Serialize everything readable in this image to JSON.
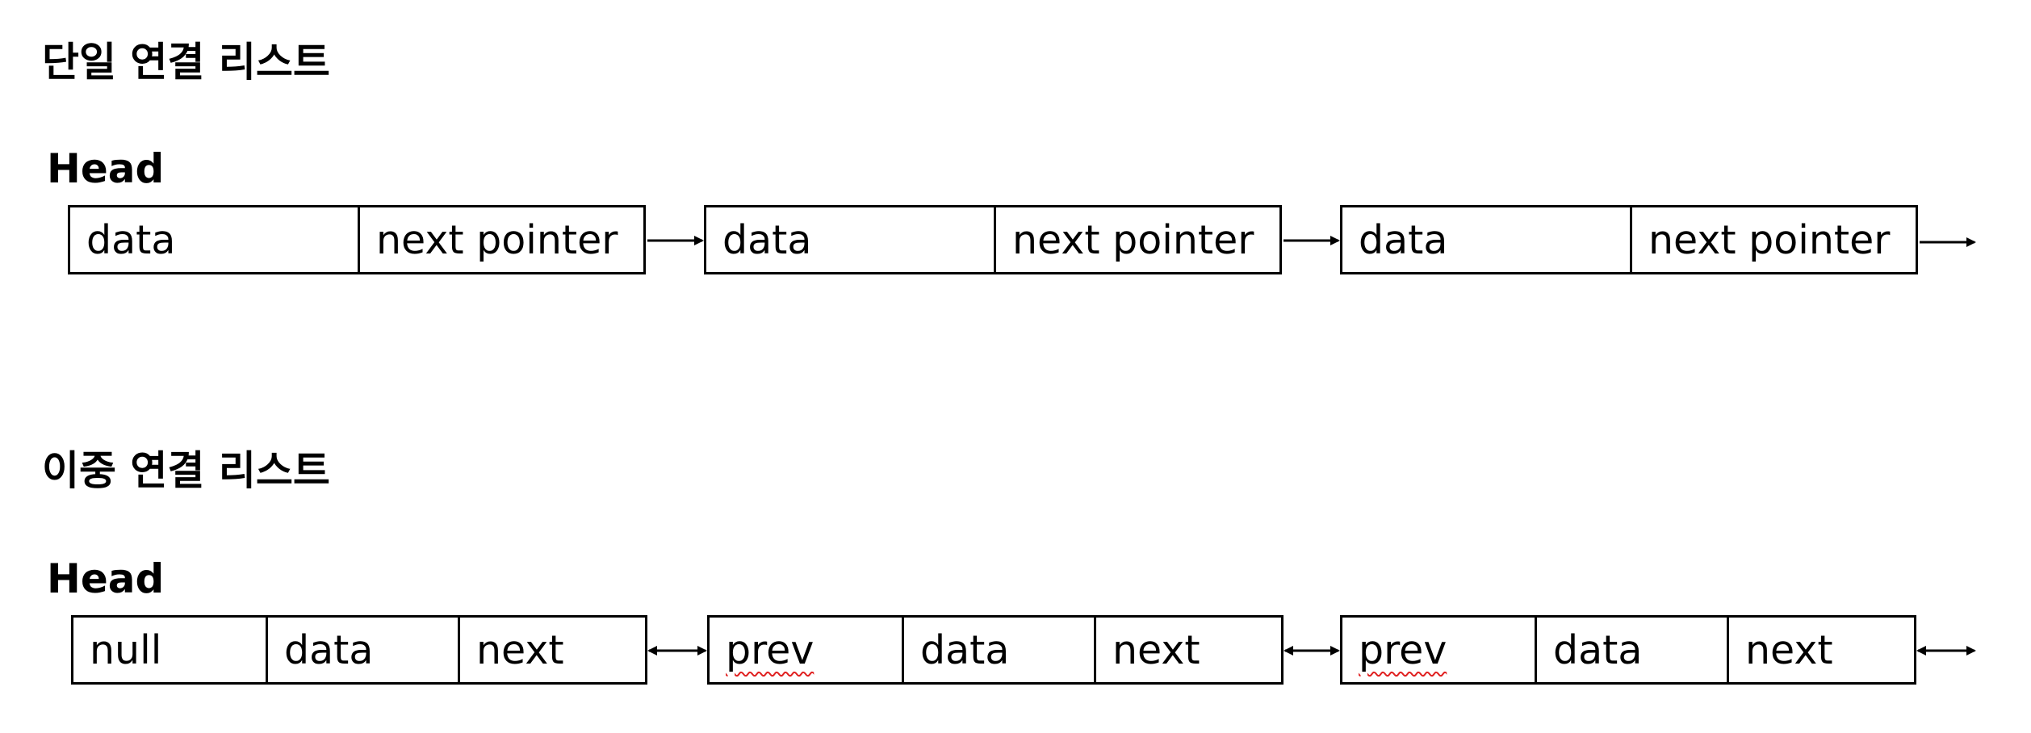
{
  "singly": {
    "title": "단일 연결 리스트",
    "head_label": "Head",
    "nodes": [
      {
        "data": "data",
        "next": "next pointer"
      },
      {
        "data": "data",
        "next": "next pointer"
      },
      {
        "data": "data",
        "next": "next pointer"
      }
    ]
  },
  "doubly": {
    "title": "이중 연결 리스트",
    "head_label": "Head",
    "nodes": [
      {
        "prev": "null",
        "data": "data",
        "next": "next"
      },
      {
        "prev": "prev",
        "data": "data",
        "next": "next"
      },
      {
        "prev": "prev",
        "data": "data",
        "next": "next"
      }
    ]
  },
  "colors": {
    "stroke": "#000000",
    "background": "#ffffff",
    "spellcheck_underline": "#e02020"
  }
}
